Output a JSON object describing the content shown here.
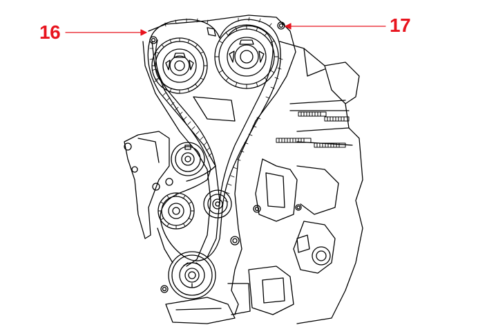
{
  "callouts": [
    {
      "id": "16",
      "label": "16"
    },
    {
      "id": "17",
      "label": "17"
    }
  ],
  "colors": {
    "callout": "#e8141e",
    "linework": "#000000",
    "background": "#ffffff"
  }
}
